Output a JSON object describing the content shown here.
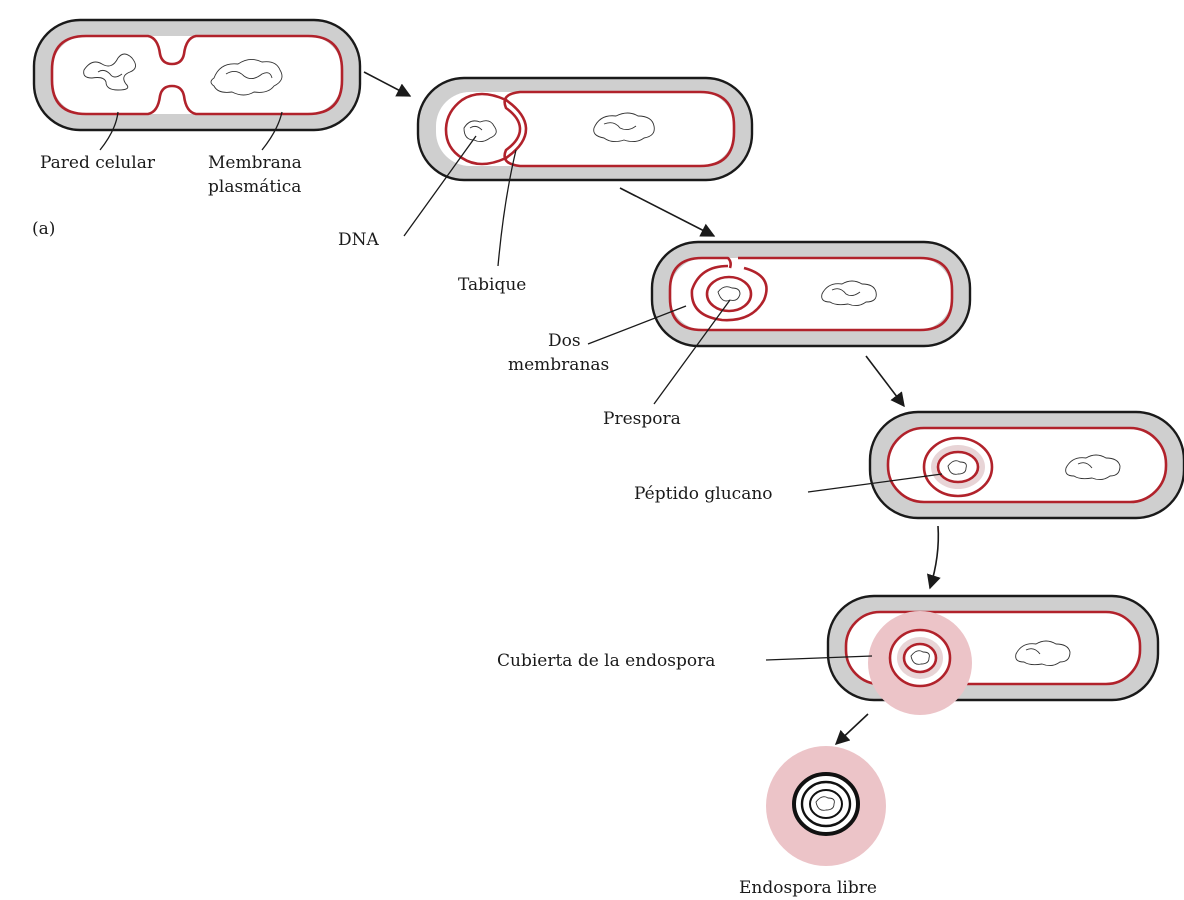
{
  "panel_label": "(a)",
  "labels": {
    "pared_celular": "Pared celular",
    "membrana_line1": "Membrana",
    "membrana_line2": "plasmática",
    "dna": "DNA",
    "tabique": "Tabique",
    "dos_membranas_line1": "Dos",
    "dos_membranas_line2": "membranas",
    "prespora": "Prespora",
    "peptido_glucano": "Péptido glucano",
    "cubierta": "Cubierta de la endospora",
    "endospora_libre": "Endospora libre"
  },
  "colors": {
    "membrane": "#b1222b",
    "wall": "#cfcfcf",
    "spore_coat": "#ecc4c8",
    "outline": "#1a1a1a"
  }
}
